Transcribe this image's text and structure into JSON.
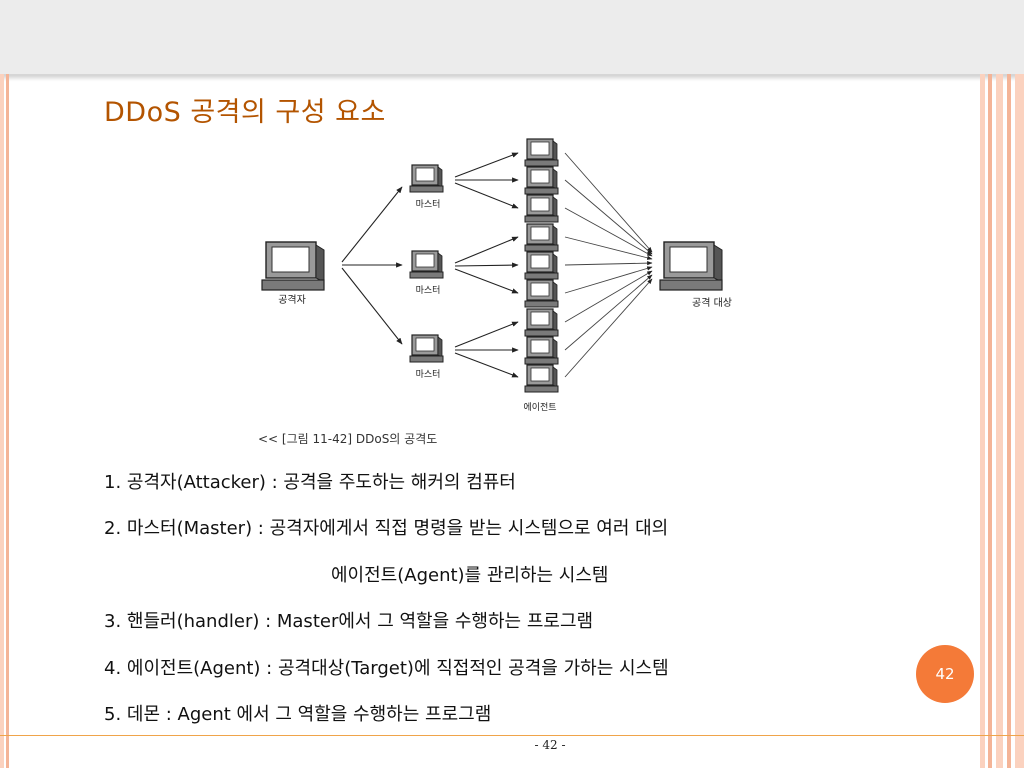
{
  "title": "DDoS 공격의 구성 요소",
  "diagram": {
    "attacker_label": "공격자",
    "master_labels": [
      "마스터",
      "마스터",
      "마스터"
    ],
    "agent_label": "에이전트",
    "target_label": "공격 대상",
    "caption": "<< [그림 11-42] DDoS의 공격도"
  },
  "items": [
    "1. 공격자(Attacker) : 공격을 주도하는 해커의 컴퓨터",
    "2. 마스터(Master) : 공격자에게서 직접 명령을 받는 시스템으로 여러 대의",
    "에이전트(Agent)를 관리하는 시스템",
    "3. 핸들러(handler) : Master에서   그 역할을 수행하는 프로그램",
    "4. 에이전트(Agent) : 공격대상(Target)에 직접적인 공격을 가하는 시스템",
    "5. 데몬 : Agent 에서 그 역할을 수행하는 프로그램"
  ],
  "page_badge": "42",
  "footer_page": "- 42 -",
  "colors": {
    "title": "#b35400",
    "accent": "#f47a38",
    "stripe_light": "#fbd2bf",
    "stripe_dark": "#f4b497",
    "footer_line": "#f0a44a"
  }
}
